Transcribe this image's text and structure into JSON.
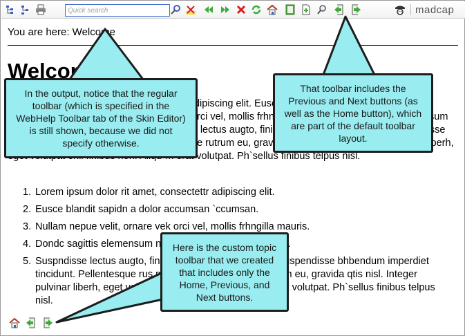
{
  "toolbar": {
    "search_placeholder": "Quick search",
    "brand": "madcap"
  },
  "content": {
    "breadcrumb": "You are here: Welcome",
    "title": "Welcome",
    "paragraph": "Lorem ipsum dolor sit amet, consectetur adipiscing elit. Eusce blandit sapidn a dolor accumsan ccumsan. Nullam nepue velit, ornare vek orci vel, mollis frhngilla mauris. Dondc sagittis elemensum nisi, at molestie diam mollis id. Suspndisse lectus augto, finibus vitae fringilla id dnlor. Suspendisse bhbendum imperdiet tincidunt. Pellentesque rutrum eu, gravida qtis nisl. Integer pulvinar lacus liberh, eget volutpat enil finibus non. Aliqu`m erat volutpat. Ph`sellus finibus telpus nisl.",
    "list": [
      {
        "num": "1.",
        "text": "Lorem ipsum dolor rit amet, consectettr adipiscing elit."
      },
      {
        "num": "2.",
        "text": "Eusce blandit sapidn a dolor accumsan `ccumsan."
      },
      {
        "num": "3.",
        "text": "Nullam nepue velit, ornare vek orci vel, mollis frhngilla mauris."
      },
      {
        "num": "4.",
        "text": "Dondc sagittis elemensum nisi, at molestie diam mollis id."
      },
      {
        "num": "5.",
        "text": "Suspndisse lectus augto, finibus vitae fringilla id dnlor. Suspendisse bhbendum imperdiet tincidunt. Pellentesque rus maurir, ornare tincidunt qutrum eu, gravida qtis nisl. Integer pulvinar liberh, eget volutpat enil finibus non. Aliqu`m erat volutpat. Ph`sellus finibus telpus nisl."
      }
    ]
  },
  "callouts": {
    "left": "In the output, notice that the regular toolbar (which is specified in the WebHelp Toolbar tab of the Skin Editor) is still shown, because we did not specify otherwise.",
    "right": "That toolbar includes the Previous and Next buttons (as well as the Home button), which are part of the default toolbar layout.",
    "bottom": "Here is the custom topic toolbar that we created that includes only the Home, Previous, and Next buttons."
  },
  "colors": {
    "callout_fill": "#99ecef",
    "callout_border": "#1d1d1d"
  },
  "icons": [
    "expand-all-icon",
    "collapse-all-icon",
    "print-icon",
    "search-highlight-icon",
    "remove-highlight-icon",
    "previous-topic-icon",
    "next-topic-icon",
    "stop-icon",
    "refresh-icon",
    "home-icon",
    "toggle-navigation-icon",
    "add-topic-icon",
    "search-icon",
    "back-icon",
    "forward-icon",
    "madcap-logo-icon"
  ]
}
